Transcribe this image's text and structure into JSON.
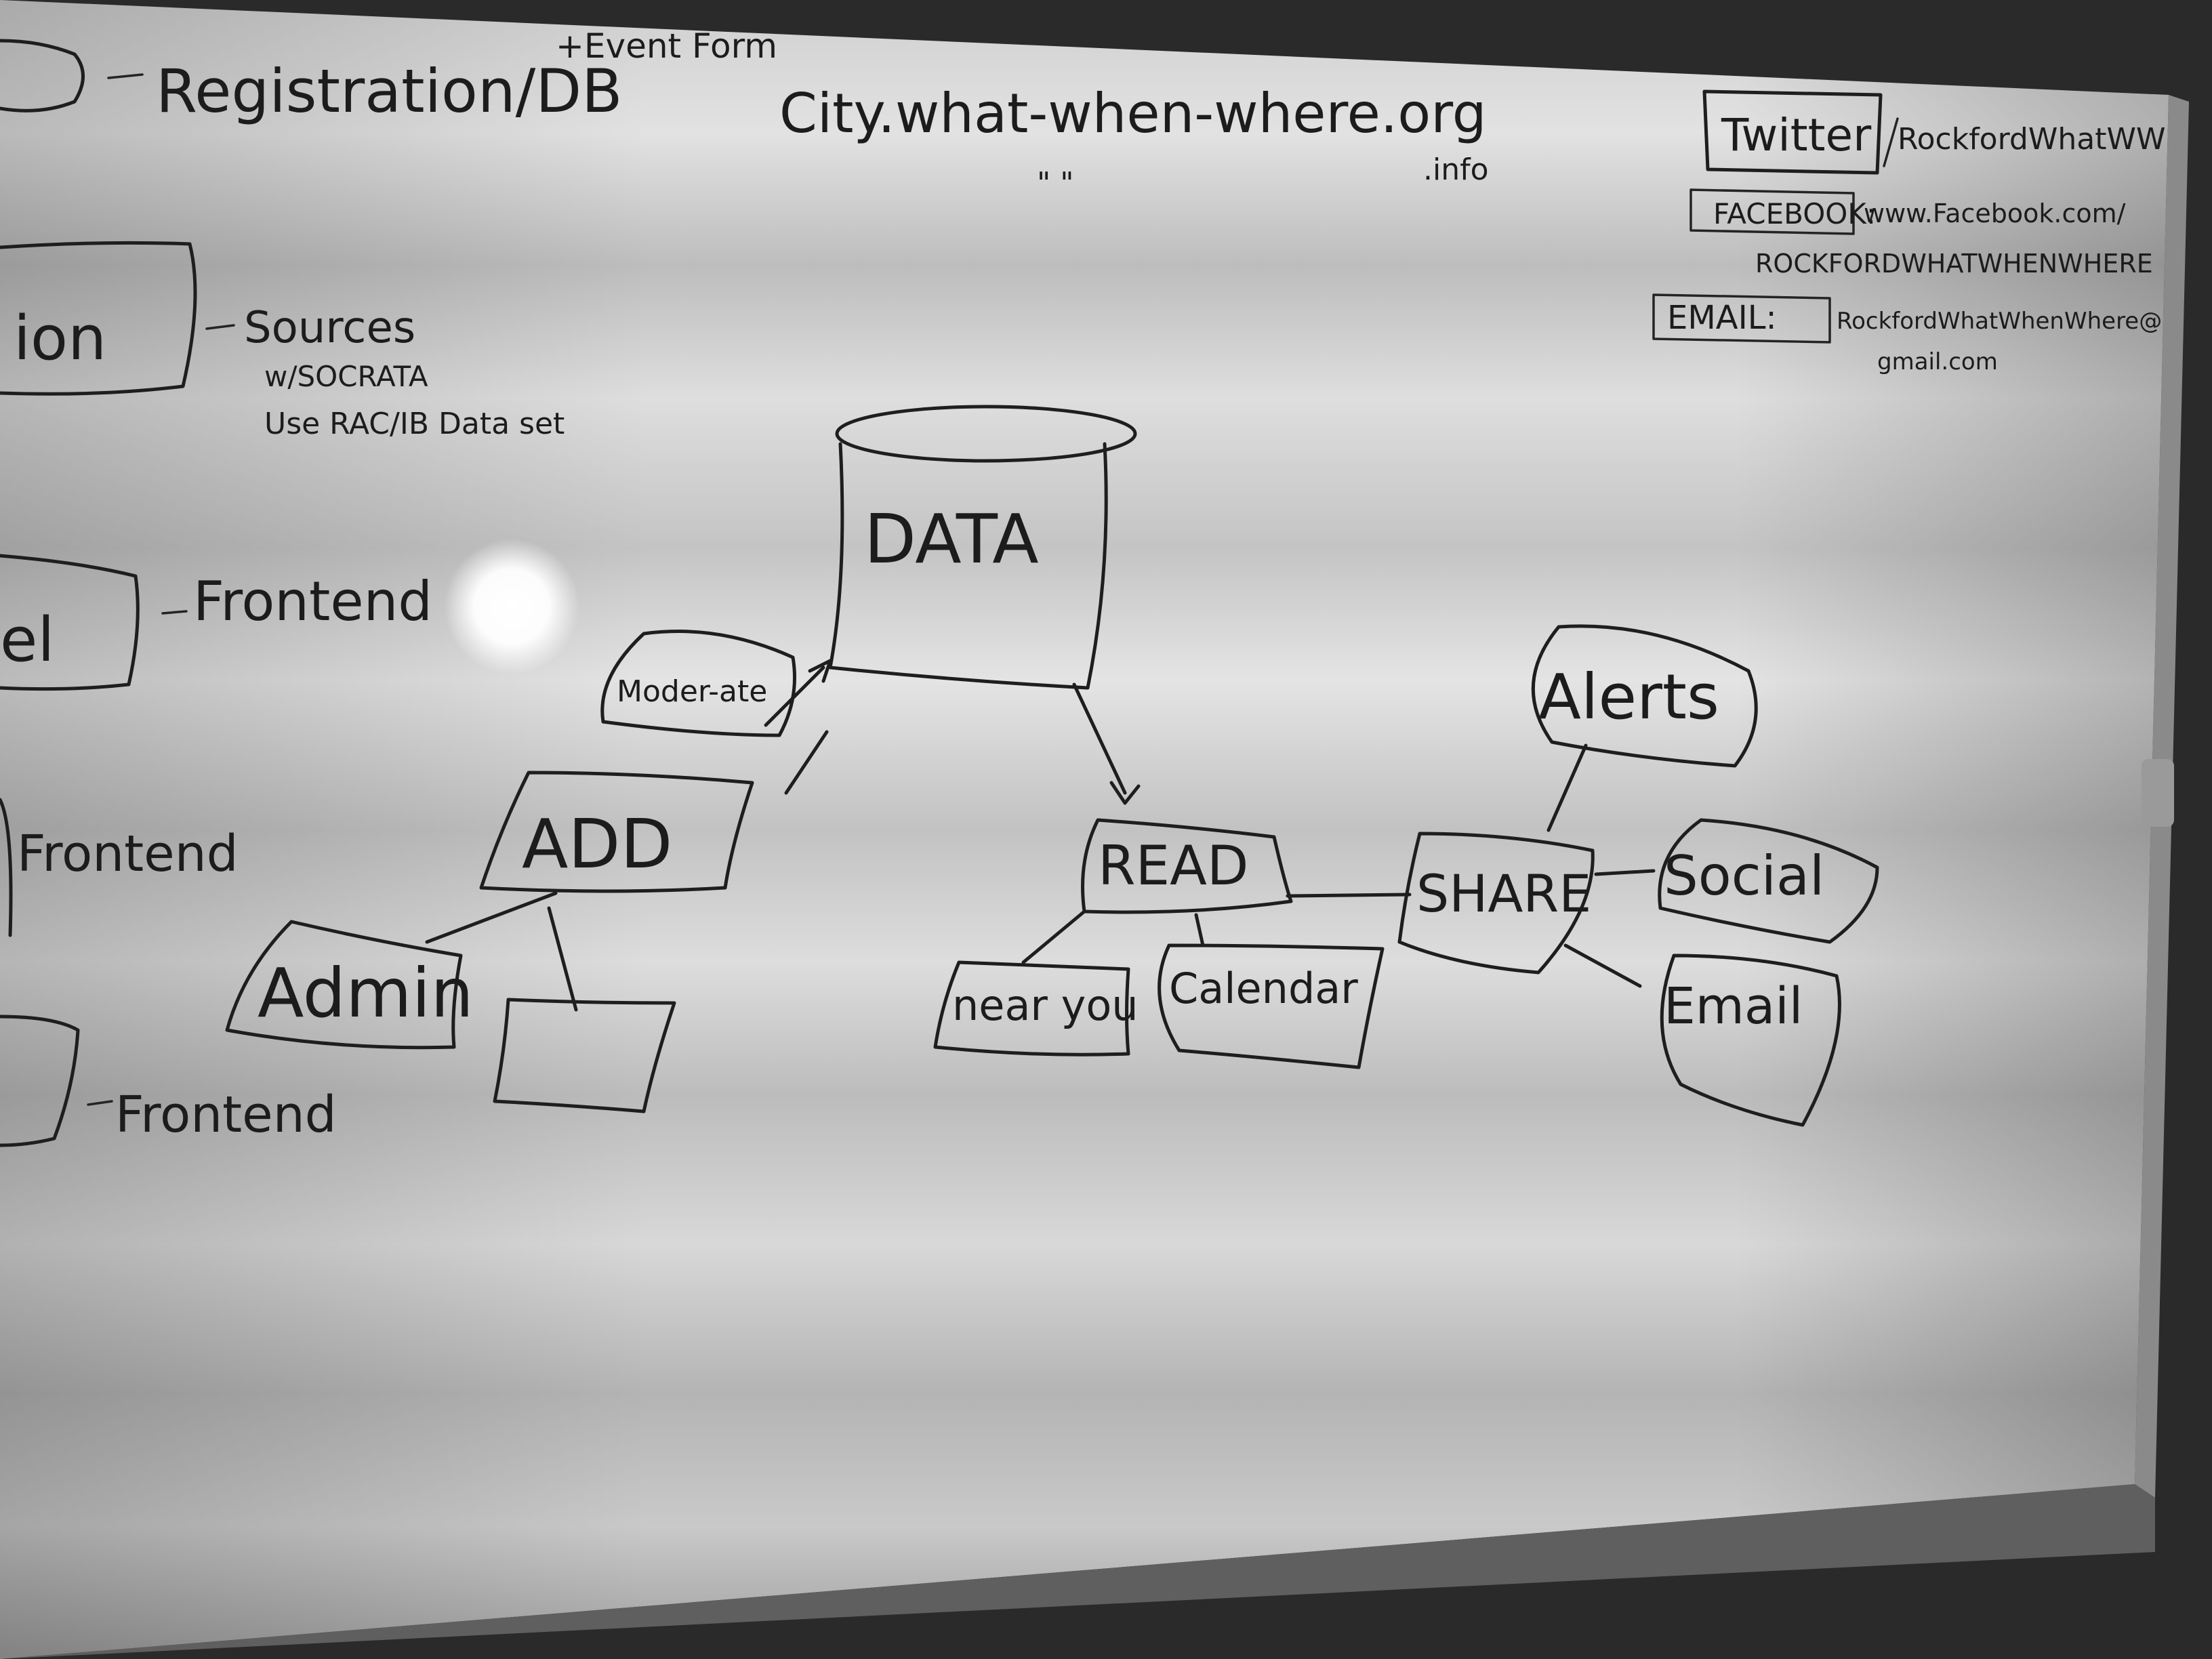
{
  "board": {
    "top_left_notes": {
      "registration": "Registration/DB",
      "event_form": "+Event Form",
      "domain": "City.what-when-where.org",
      "domain_alt": ".info",
      "ditto": "\"          \""
    },
    "left_notes": {
      "box_label_1": "ion",
      "sources": "Sources",
      "socrata": "w/SOCRATA",
      "use_data": "Use RAC/IB Data set",
      "box_label_2": "el",
      "frontend_1": "Frontend",
      "frontend_2": "Frontend",
      "frontend_3": "Frontend"
    },
    "contacts": {
      "twitter_label": "Twitter",
      "twitter_value": "RockfordWhatWW",
      "facebook_label": "FACEBOOK:",
      "facebook_value": "www.Facebook.com/",
      "facebook_value_2": "ROCKFORDWHATWHENWHERE",
      "email_label": "EMAIL:",
      "email_value": "RockfordWhatWhenWhere@",
      "email_value_2": "gmail.com"
    },
    "diagram": {
      "data": "DATA",
      "moderate": "Moder-ate",
      "add": "ADD",
      "admin": "Admin",
      "blank_box": "",
      "read": "READ",
      "near_you": "near you",
      "calendar": "Calendar",
      "share": "SHARE",
      "alerts": "Alerts",
      "social": "Social",
      "email": "Email"
    }
  }
}
